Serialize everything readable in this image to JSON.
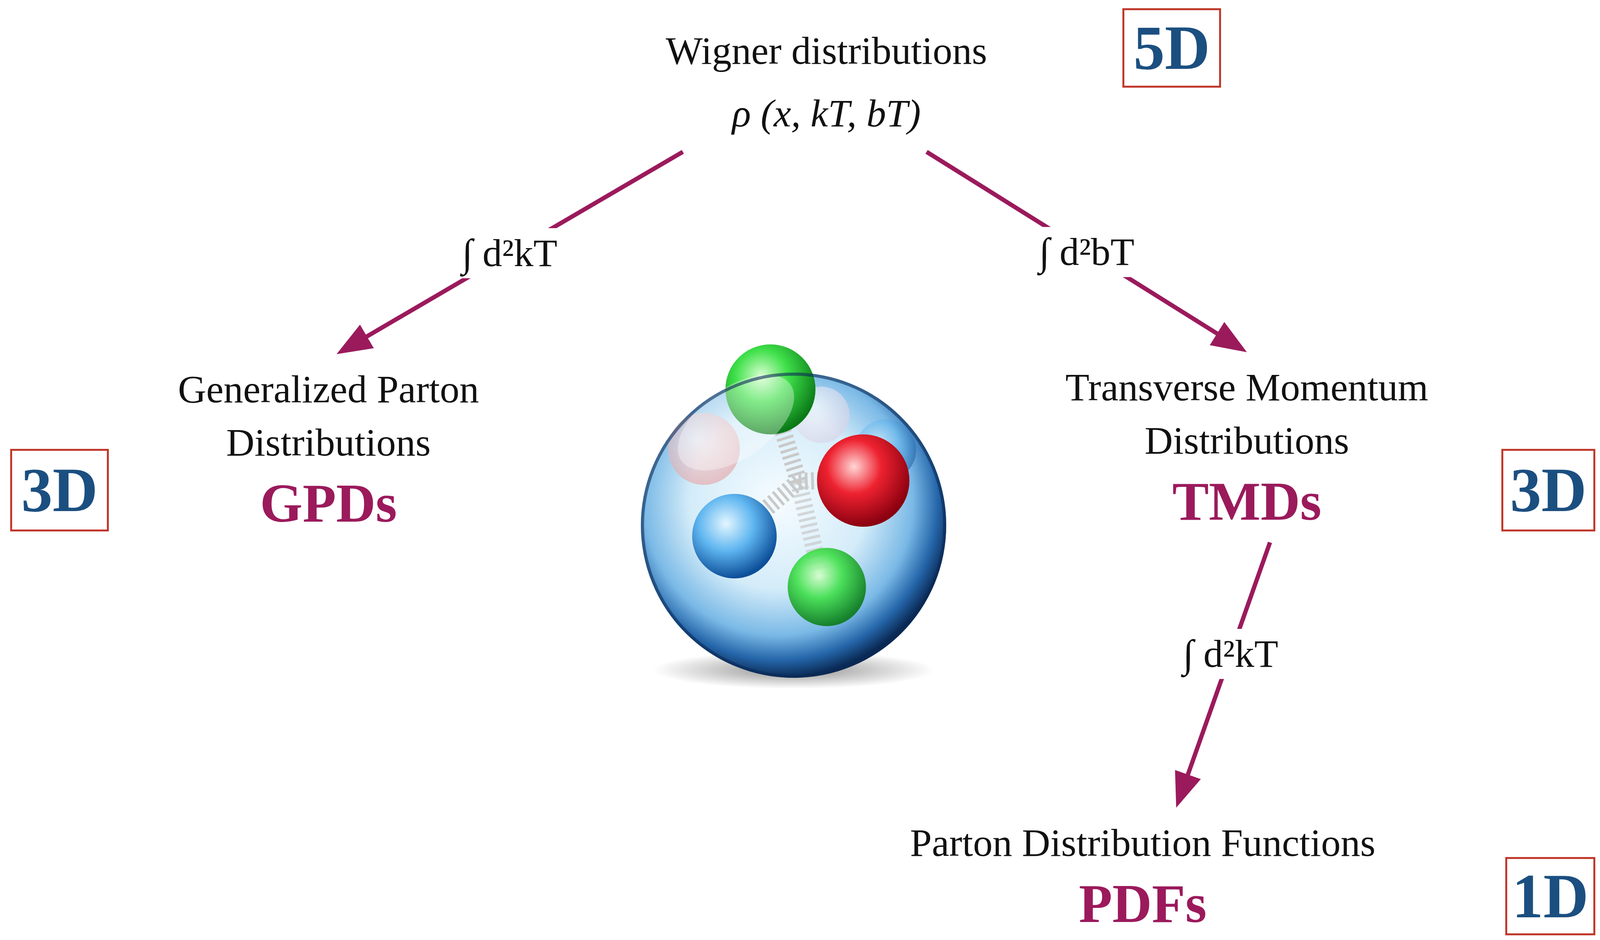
{
  "diagram": {
    "nodes": [
      {
        "text": [
          "Wigner distributions",
          "ρ (x, kT, bT)"
        ]
      },
      {
        "text": [
          "5D"
        ]
      },
      {
        "text": [
          "3D"
        ]
      },
      {
        "text": [
          "Generalized Parton Distributions",
          "GPDs"
        ]
      },
      {
        "text": [
          "Transverse Momentum Distributions",
          "TMDs"
        ]
      },
      {
        "text": [
          "3D"
        ]
      },
      {
        "text": [
          "Parton Distribution Functions",
          "PDFs"
        ]
      },
      {
        "text": [
          "1D"
        ]
      }
    ],
    "edges": [
      {
        "from": 0,
        "to": 3,
        "arrow": "to",
        "label": "∫ d²kT"
      },
      {
        "from": 0,
        "to": 4,
        "arrow": "to",
        "label": "∫ d²bT"
      },
      {
        "from": 4,
        "to": 6,
        "arrow": "to",
        "label": "∫ d²kT"
      }
    ]
  }
}
